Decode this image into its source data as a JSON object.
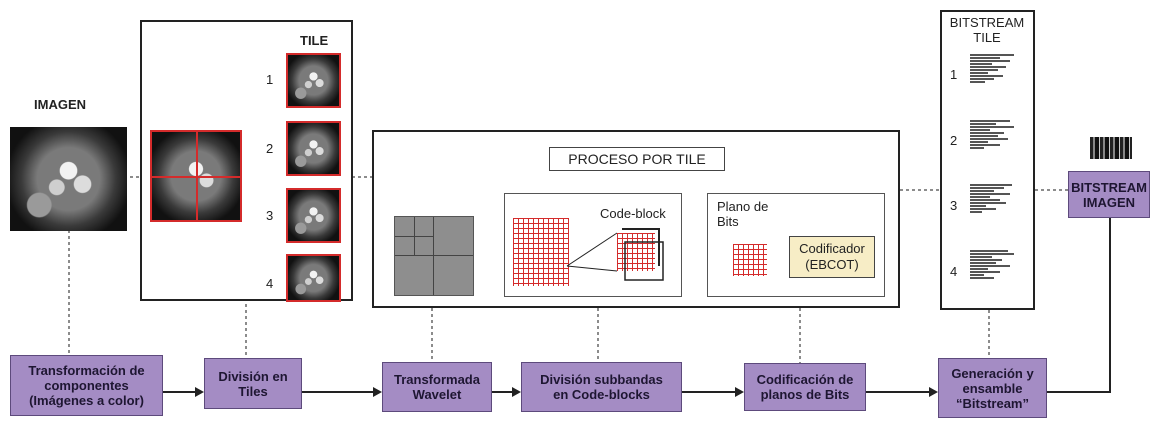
{
  "image_label": "IMAGEN",
  "tile_heading": "TILE",
  "tile_numbers": [
    "1",
    "2",
    "3",
    "4"
  ],
  "process_title": "PROCESO POR TILE",
  "code_block_label": "Code-block",
  "bitplane_label": "Plano de\nBits",
  "encoder_label": "Codificador\n(EBCOT)",
  "bitstream_tile_heading": "BITSTREAM\nTILE",
  "bitstream_numbers": [
    "1",
    "2",
    "3",
    "4"
  ],
  "bitstream_image_label": "BITSTREAM\nIMAGEN",
  "steps": [
    "Transformación de\ncomponentes\n(Imágenes a color)",
    "División en\nTiles",
    "Transformada\nWavelet",
    "División subbandas\nen Code-blocks",
    "Codificación de\nplanos de Bits",
    "Generación y\nensamble\n“Bitstream”"
  ],
  "colors": {
    "step_fill": "#a48cc4",
    "tile_border": "#d42b2b",
    "encoder_fill": "#f7edc6"
  }
}
